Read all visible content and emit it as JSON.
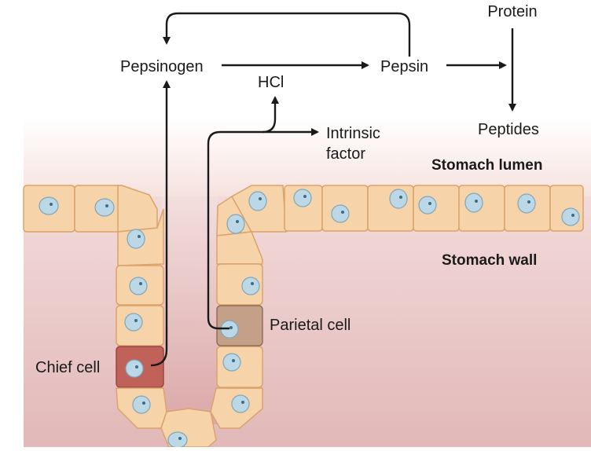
{
  "labels": {
    "protein": "Protein",
    "pepsinogen": "Pepsinogen",
    "pepsin": "Pepsin",
    "hcl": "HCl",
    "intrinsic_factor_line1": "Intrinsic",
    "intrinsic_factor_line2": "factor",
    "peptides": "Peptides",
    "stomach_lumen": "Stomach lumen",
    "stomach_wall": "Stomach wall",
    "parietal_cell": "Parietal cell",
    "chief_cell": "Chief cell"
  },
  "colors": {
    "epithelial_cell": "#f6d3a8",
    "cell_border": "#d9a36b",
    "nucleus": "#bcd8e6",
    "chief_cell": "#c0625a",
    "parietal_cell": "#c4a089",
    "lumen_top": "#fbf4f2",
    "wall": "#e7c2c2",
    "arrow": "#1a1a1a"
  }
}
